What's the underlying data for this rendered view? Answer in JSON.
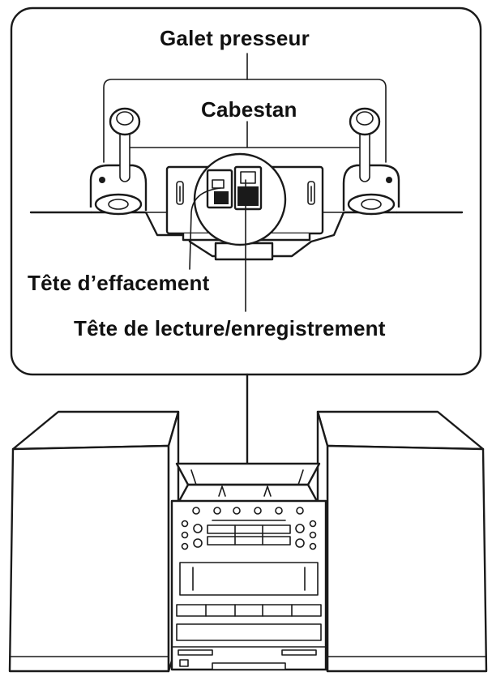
{
  "labels": {
    "pinch_roller": "Galet presseur",
    "capstan": "Cabestan",
    "erase_head": "Tête d’effacement",
    "record_playback_head": "Tête de lecture/enregistrement"
  }
}
